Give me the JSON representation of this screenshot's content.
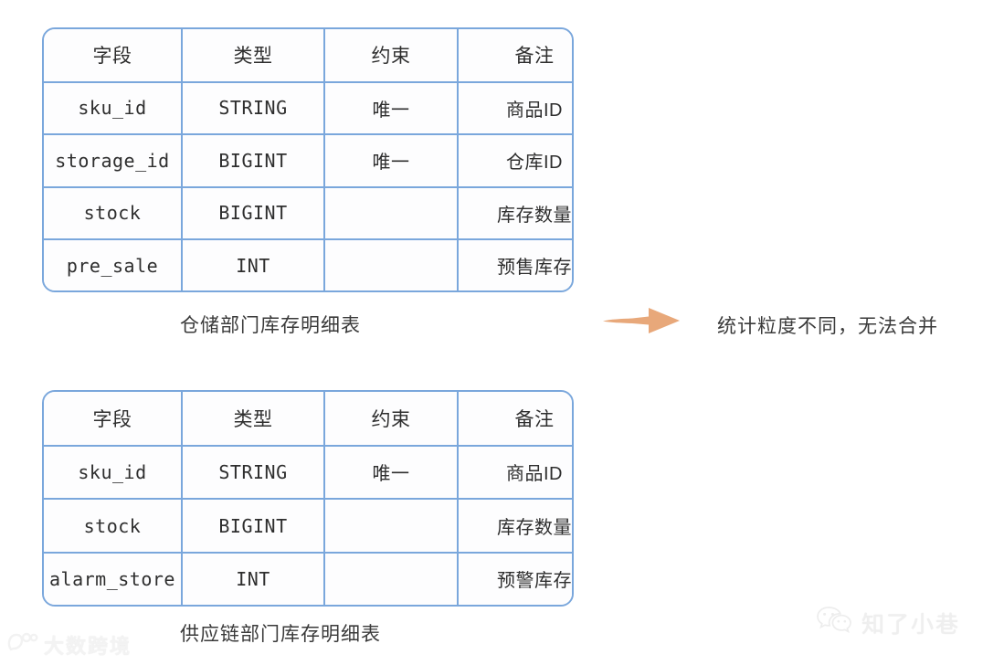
{
  "diagram": {
    "background_color": "#ffffff",
    "table_border_color": "#7aa7dc",
    "arrow_color": "#e8a87a",
    "text_color": "#2e2e2e"
  },
  "tables": [
    {
      "id": "warehouse-inventory-detail",
      "caption": "仓储部门库存明细表",
      "columns": [
        "字段",
        "类型",
        "约束",
        "备注"
      ],
      "rows": [
        {
          "field": "sku_id",
          "type": "STRING",
          "constraint": "唯一",
          "note": "商品ID"
        },
        {
          "field": "storage_id",
          "type": "BIGINT",
          "constraint": "唯一",
          "note": "仓库ID"
        },
        {
          "field": "stock",
          "type": "BIGINT",
          "constraint": "",
          "note": "库存数量"
        },
        {
          "field": "pre_sale",
          "type": "INT",
          "constraint": "",
          "note": "预售库存"
        }
      ]
    },
    {
      "id": "supply-chain-inventory-detail",
      "caption": "供应链部门库存明细表",
      "columns": [
        "字段",
        "类型",
        "约束",
        "备注"
      ],
      "rows": [
        {
          "field": "sku_id",
          "type": "STRING",
          "constraint": "唯一",
          "note": "商品ID"
        },
        {
          "field": "stock",
          "type": "BIGINT",
          "constraint": "",
          "note": "库存数量"
        },
        {
          "field": "alarm_store",
          "type": "INT",
          "constraint": "",
          "note": "预警库存"
        }
      ]
    }
  ],
  "annotation": {
    "arrow_icon": "right-arrow-icon",
    "note": "统计粒度不同，无法合并"
  },
  "watermarks": {
    "bottom_left": {
      "icon": "dashu-logo-icon",
      "text": "大数跨境"
    },
    "bottom_right": {
      "icon": "wechat-icon",
      "text": "知了小巷"
    }
  }
}
